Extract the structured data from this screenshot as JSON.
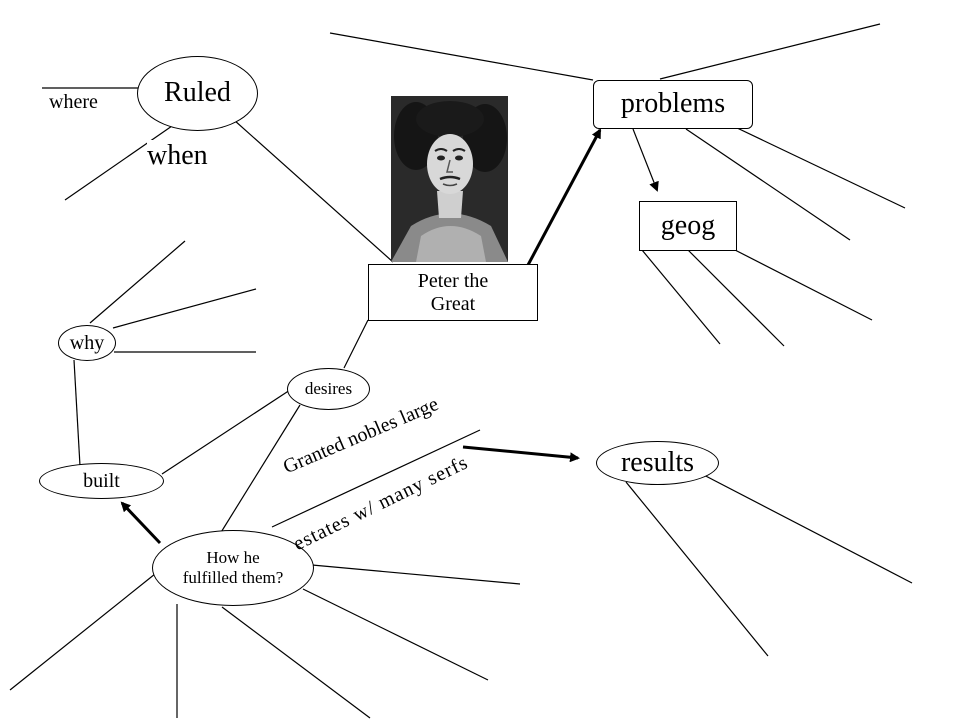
{
  "nodes": {
    "ruled": "Ruled",
    "where": "where",
    "when": "when",
    "center_line1": "Peter the",
    "center_line2": "Great",
    "problems": "problems",
    "geog": "geog",
    "why": "why",
    "desires": "desires",
    "built": "built",
    "how_line1": "How he",
    "how_line2": "fulfilled them?",
    "results": "results",
    "edge_line1": "Granted nobles large",
    "edge_line2": "estates w/ many serfs"
  }
}
